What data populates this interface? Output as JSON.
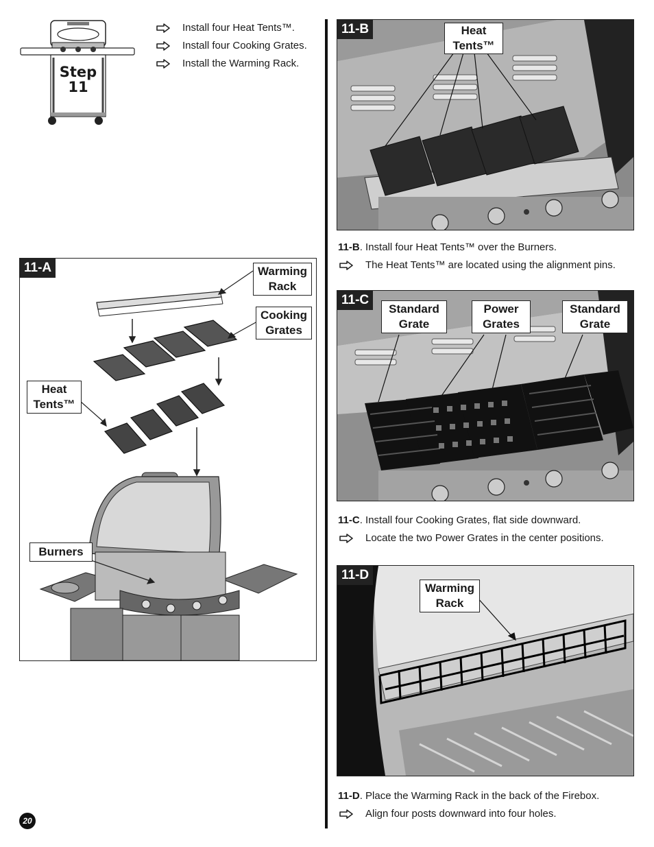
{
  "step": {
    "line1": "Step",
    "line2": "11"
  },
  "intro_bullets": [
    "Install four Heat Tents™.",
    "Install four Cooking Grates.",
    "Install the Warming Rack."
  ],
  "panels": {
    "a": {
      "tag": "11-A",
      "callouts": {
        "warming_rack": [
          "Warming",
          "Rack"
        ],
        "cooking_grates": [
          "Cooking",
          "Grates"
        ],
        "heat_tents": [
          "Heat",
          "Tents™"
        ],
        "burners": "Burners"
      }
    },
    "b": {
      "tag": "11-B",
      "callouts": {
        "heat_tents": [
          "Heat",
          "Tents™"
        ]
      },
      "caption_bold": "11-B",
      "caption_text": ". Install four Heat Tents™ over the Burners.",
      "bullet": "The Heat Tents™ are located using the alignment pins."
    },
    "c": {
      "tag": "11-C",
      "callouts": {
        "standard_left": [
          "Standard",
          "Grate"
        ],
        "power": [
          "Power",
          "Grates"
        ],
        "standard_right": [
          "Standard",
          "Grate"
        ]
      },
      "caption_bold": "11-C",
      "caption_text": ". Install four Cooking Grates, flat side downward.",
      "bullet": "Locate the two Power Grates in the center positions."
    },
    "d": {
      "tag": "11-D",
      "callouts": {
        "warming_rack": [
          "Warming",
          "Rack"
        ]
      },
      "caption_bold": "11-D",
      "caption_text": ". Place the Warming Rack in the back of the Firebox.",
      "bullet": "Align four posts downward into four holes."
    }
  },
  "page_number": "20"
}
